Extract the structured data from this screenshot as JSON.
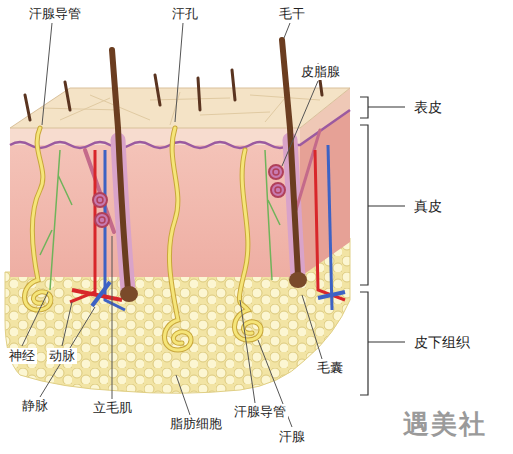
{
  "diagram": {
    "labels": [
      "汗腺导管",
      "汗孔",
      "毛干",
      "皮脂腺",
      "表皮",
      "真皮",
      "皮下组织",
      "神经",
      "动脉",
      "静脉",
      "立毛肌",
      "脂肪细胞",
      "汗腺导管",
      "汗腺",
      "毛囊",
      "遇美社"
    ]
  }
}
